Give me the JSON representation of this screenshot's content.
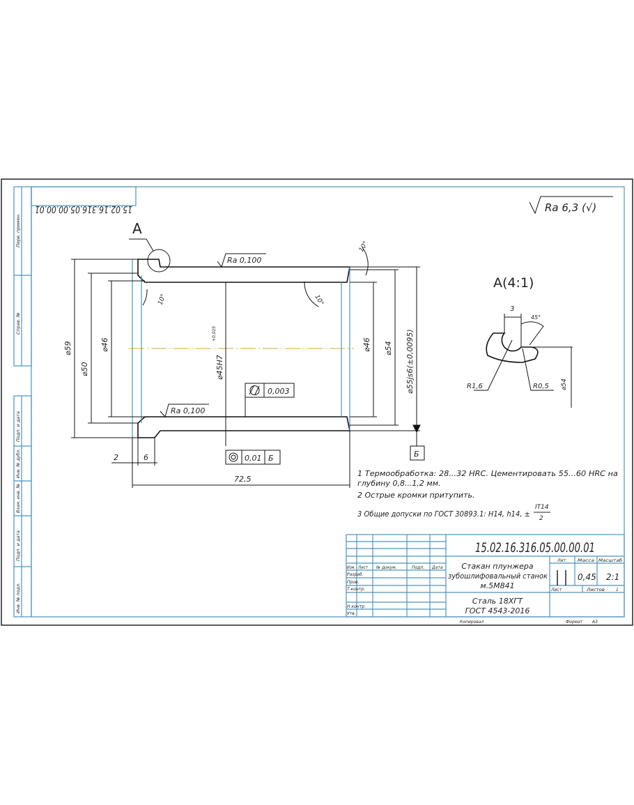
{
  "drawing": {
    "rotated_code": "15.02.16.316.05.00.00.01",
    "roughness_general": "Ra 6,3 (√)",
    "view_label": "A",
    "detail_title": "A(4:1)",
    "dims": {
      "d59": "⌀59",
      "d50": "⌀50",
      "d46_left": "⌀46",
      "d45": "⌀45H7",
      "d45_tol": "+0,025",
      "d46_right": "⌀46",
      "d54": "⌀54",
      "d55": "⌀55js6(±0,0095)",
      "len_2": "2",
      "len_6": "6",
      "len_total": "72,5",
      "angle": "10°",
      "ra_top": "Ra 0,100",
      "ra_bottom": "Ra 0,100",
      "cyl_tol": "0,003",
      "conc_tol": "0,01",
      "datum": "Б"
    },
    "detail_dims": {
      "width": "3",
      "angle": "45°",
      "r1": "R1,6",
      "r2": "R0,5",
      "dia": "⌀54"
    }
  },
  "notes": {
    "n1a": "1 Термообработка: 28...32 HRC. Цементировать 55...60 HRC на",
    "n1b": "глубину 0,8...1,2 мм.",
    "n2": "2 Острые кромки притупить.",
    "n3": "3 Общие допуски по ГОСТ 30893.1: H14, h14, ±",
    "n3_num": "IT14",
    "n3_den": "2"
  },
  "side_strip": [
    "Перв. примен.",
    "Справ. №",
    "Подп. и дата",
    "Инв. № дубл.",
    "Взам. инв. №",
    "Подп. и дата",
    "Инв. № подл."
  ],
  "title_block": {
    "designation": "15.02.16.316.05.00.00.01",
    "name_l1": "Стакан плунжера",
    "name_l2": "зубошлифовальный станок",
    "name_l3": "м.5М841",
    "material_l1": "Сталь 18ХГТ",
    "material_l2": "ГОСТ 4543-2016",
    "col_headers": [
      "Изм.",
      "Лист",
      "№ докум.",
      "Подп.",
      "Дата"
    ],
    "roles": [
      "Разраб.",
      "Пров.",
      "Т.контр.",
      "Н.контр.",
      "Утв."
    ],
    "lit_label": "Лит.",
    "mass_label": "Масса",
    "scale_label": "Масштаб",
    "mass": "0,45",
    "scale": "2:1",
    "sheet_label": "Лист",
    "sheets_label": "Листов",
    "sheets": "1",
    "copied": "Копировал",
    "format_label": "Формат",
    "format": "А3"
  }
}
